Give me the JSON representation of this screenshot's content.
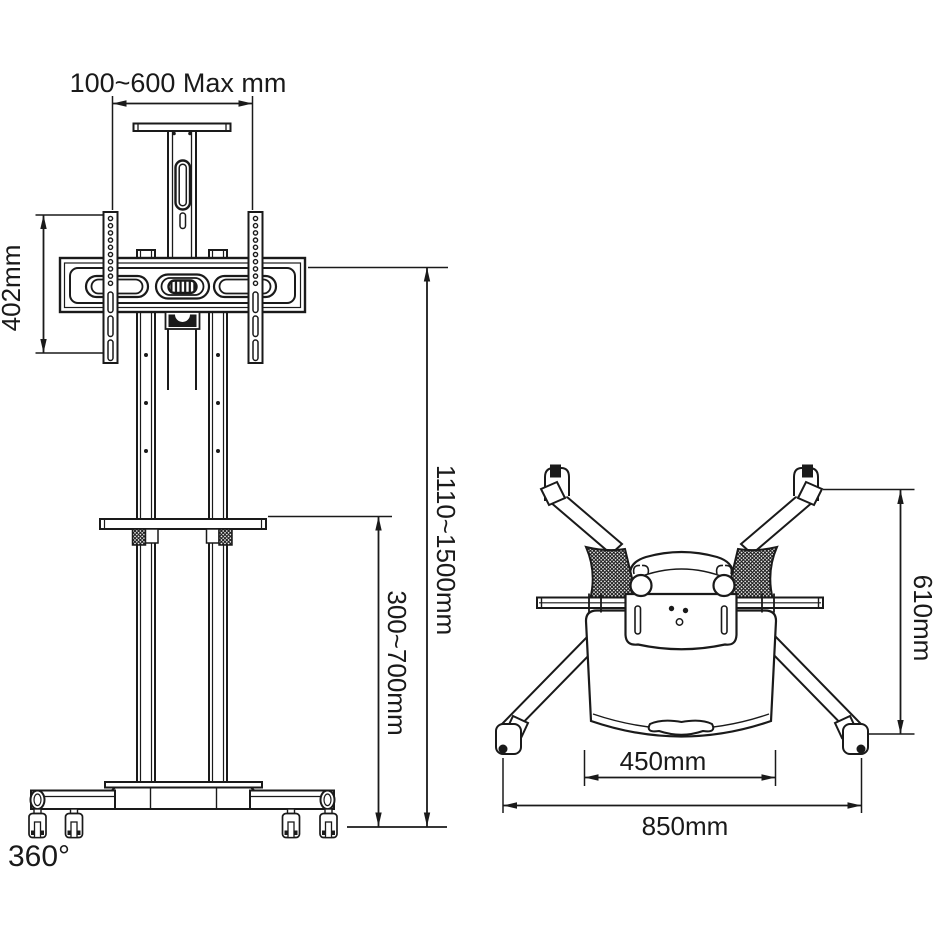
{
  "diagram": {
    "title": "Mobile TV stand dimensional drawing",
    "background": "#ffffff",
    "line_color": "#1a1a1a",
    "views": {
      "front": "front elevation with height dimensions",
      "top": "top view of wheeled base with width and depth dimensions"
    }
  },
  "front_view": {
    "labels": {
      "mount_width": "100~600 Max mm",
      "bracket_height": "402mm",
      "overall_height": "1110~1500mm",
      "shelf_height": "300~700mm",
      "caster_swivel": "360°"
    }
  },
  "top_view": {
    "labels": {
      "base_depth": "610mm",
      "shelf_width": "450mm",
      "base_width": "850mm"
    }
  }
}
